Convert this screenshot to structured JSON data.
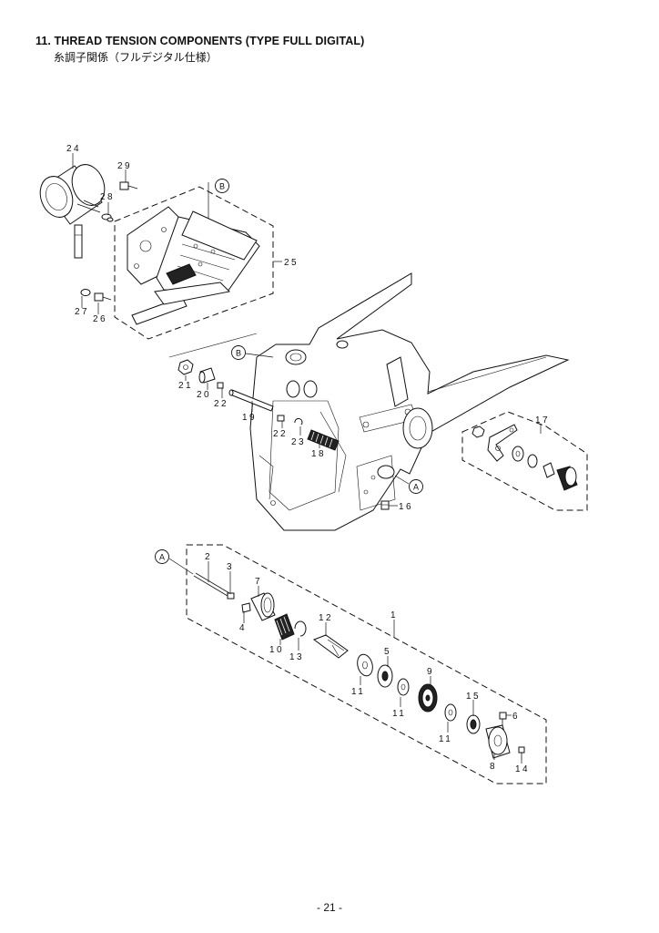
{
  "header": {
    "title": "11. THREAD TENSION COMPONENTS (TYPE FULL DIGITAL)",
    "subtitle_jp": "糸調子関係（フルデジタル仕様）"
  },
  "callouts": {
    "a_top": "A",
    "a_bottom": "A",
    "b_top": "B",
    "b_bottom": "B"
  },
  "parts": {
    "p1": "1",
    "p2": "2",
    "p3": "3",
    "p4": "4",
    "p5": "5",
    "p6": "6",
    "p7": "7",
    "p8": "8",
    "p9": "9",
    "p10": "10",
    "p11a": "11",
    "p11b": "11",
    "p11c": "11",
    "p12": "12",
    "p13": "13",
    "p14": "14",
    "p15": "15",
    "p16": "16",
    "p17": "17",
    "p18": "18",
    "p19": "19",
    "p20": "20",
    "p21": "21",
    "p22a": "22",
    "p22b": "22",
    "p23": "23",
    "p24": "24",
    "p25": "25",
    "p26": "26",
    "p27": "27",
    "p28": "28",
    "p29": "29"
  },
  "footer": {
    "page_number": "- 21 -"
  }
}
